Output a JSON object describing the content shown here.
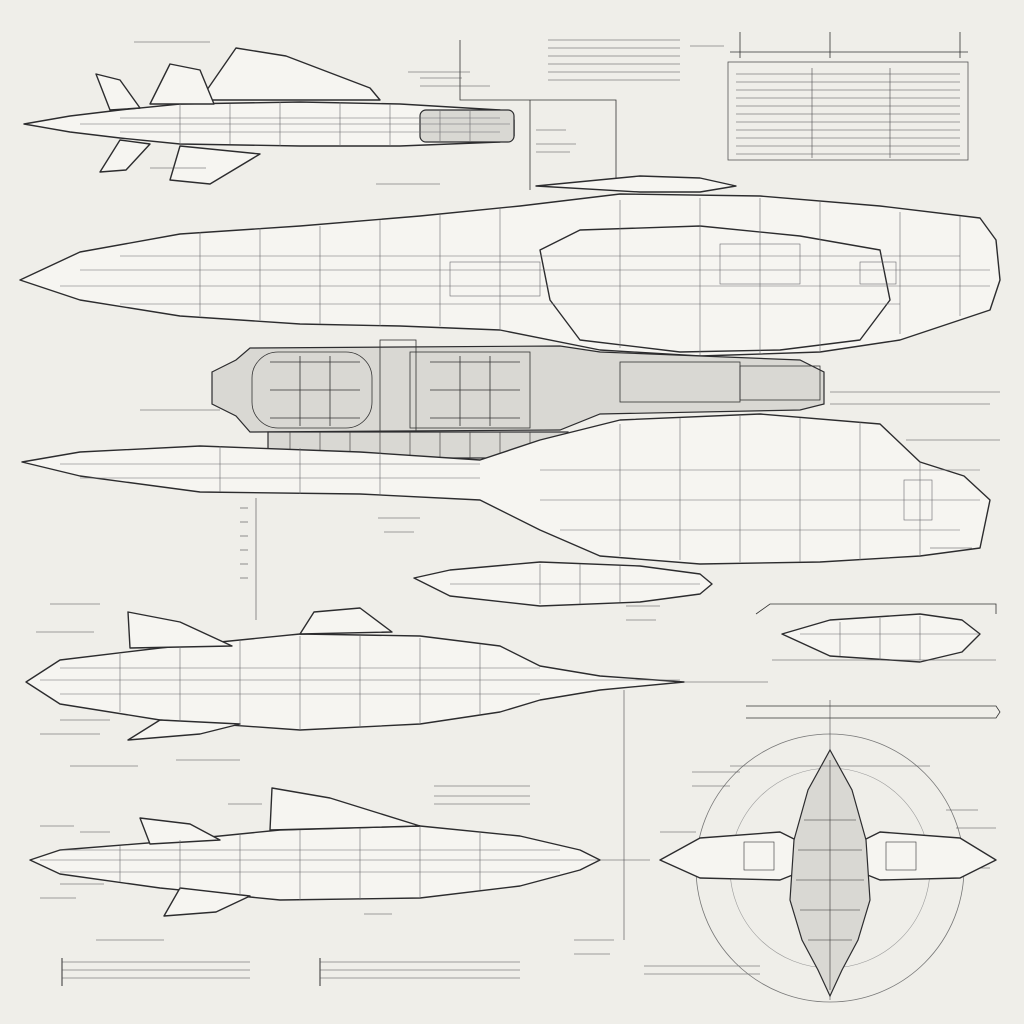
{
  "sheet": {
    "background": "#efeee9",
    "ink": "#2c2c2e",
    "views": [
      "fighter-side-view",
      "cruiser-main-side-view",
      "cruiser-lower-hull-view",
      "escort-side-view",
      "pod-detail-view",
      "frigate-side-view",
      "top-down-view"
    ],
    "annotation_style": "illegible scribble placeholders"
  }
}
